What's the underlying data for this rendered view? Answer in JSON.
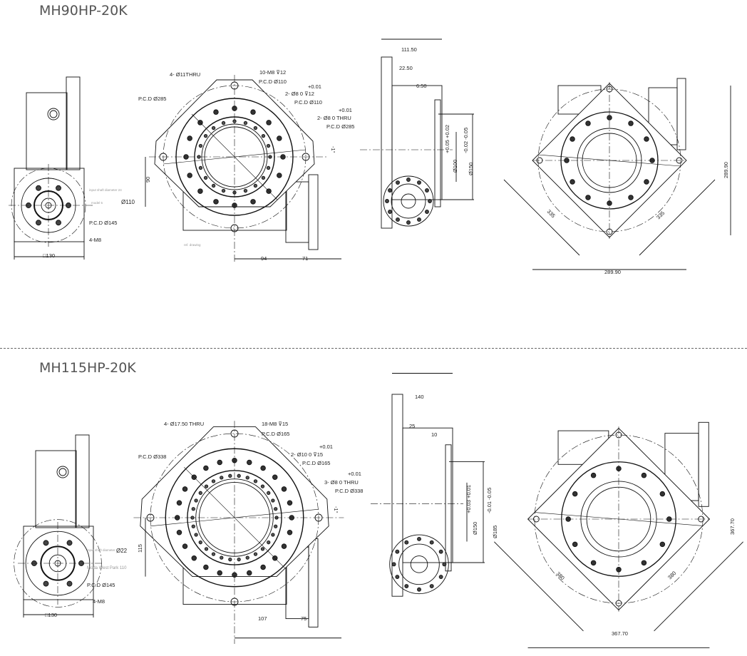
{
  "top": {
    "title": "MH90HP-20K",
    "side": {
      "shaft_note": "input shaft diameter 24",
      "model_note": "model 5",
      "bore": "Ø110",
      "pcd": "P.C.D  Ø145",
      "screws": "4-M8",
      "square": "□130"
    },
    "front": {
      "holes": "4- Ø11THRU",
      "tapped": "10-M8  ⊽12",
      "pcd1": "P.C.D  Ø110",
      "tol1": "+0.01",
      "pin1": "2- Ø8   0   ⊽12",
      "pcd2": "P.C.D  Ø110",
      "tol2": "+0.01",
      "pin2": "2- Ø8   0   THRU",
      "pcd3": "P.C.D  Ø285",
      "pcd_left": "P.C.D  Ø285",
      "height": "90",
      "dim_a": "94",
      "dim_b": "71",
      "angle": "-1°",
      "ref_note": "ref. drawing"
    },
    "section": {
      "width": "111.50",
      "flange": "22.50",
      "lip": "6.50",
      "tol_a": "+0.05  +0.02",
      "dia_a": "Ø100",
      "tol_b": "-0.02  -0.05",
      "dia_b": "Ø150"
    },
    "rear": {
      "height": "289.90",
      "width": "289.90",
      "diag_left": "335",
      "diag_right": "335"
    }
  },
  "bottom": {
    "title": "MH115HP-20K",
    "side": {
      "shaft_note": "input shaft diameter",
      "bore": "Ø22",
      "model_note": "Moda West Park 110",
      "pcd": "P.C.D  Ø145",
      "screws": "4-M8",
      "square": "□130"
    },
    "front": {
      "holes": "4- Ø17.50 THRU",
      "tapped": "18-M8  ⊽15",
      "pcd1": "P.C.D  Ø165",
      "tol1": "+0.01",
      "pin1": "2- Ø10   0   ⊽15",
      "pcd2": "P.C.D  Ø165",
      "tol2": "+0.01",
      "pin2": "3- Ø8   0   THRU",
      "pcd3": "P.C.D  Ø338",
      "pcd_left": "P.C.D  Ø338",
      "height": "115",
      "dim_a": "107",
      "dim_b": "75",
      "angle": "-1°"
    },
    "section": {
      "width": "140",
      "flange": "25",
      "lip": "10",
      "tol_a": "+0.03  +0.01",
      "dia_a": "Ø150",
      "tol_b": "-0.01  -0.05",
      "dia_b": "Ø185"
    },
    "rear": {
      "height": "367.70",
      "width": "367.70",
      "diag_left": "380",
      "diag_right": "380"
    }
  }
}
